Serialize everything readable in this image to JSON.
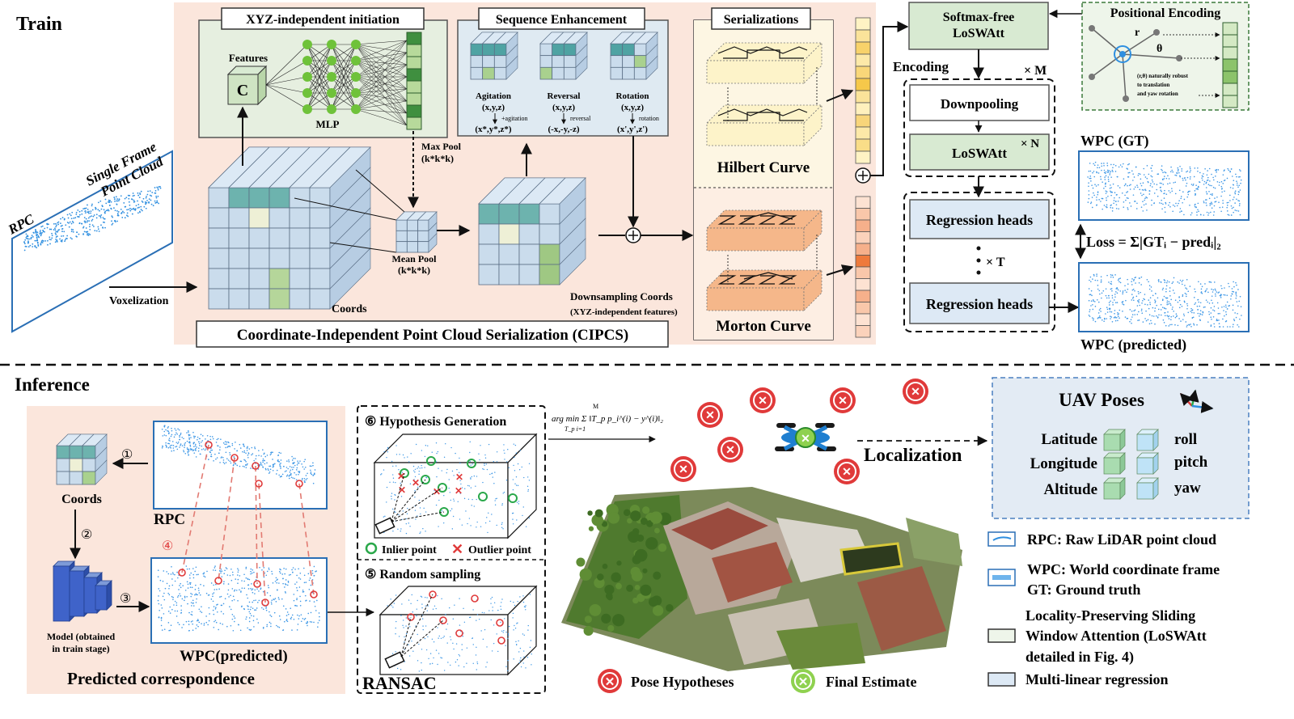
{
  "train": {
    "section_title": "Train",
    "input_label": "Single Frame\nPoint Cloud",
    "rpc_label": "RPC",
    "voxelization": "Voxelization",
    "coords": "Coords",
    "init_title": "XYZ-independent  initiation",
    "features": "Features",
    "c_label": "C",
    "mlp": "MLP",
    "max_pool": "Max Pool\n(k*k*k)",
    "mean_pool": "Mean Pool\n(k*k*k)",
    "seq_title": "Sequence Enhancement",
    "agitation": "Agitation",
    "agitation_in": "(x,y,z)",
    "agitation_op": "+agitation",
    "agitation_out": "(x*,y*,z*)",
    "reversal": "Reversal",
    "reversal_in": "(x,y,z)",
    "reversal_op": "reversal",
    "reversal_out": "(-x,-y,-z)",
    "rotation": "Rotation",
    "rotation_in": "(x,y,z)",
    "rotation_op": "rotation",
    "rotation_out": "(x',y',z')",
    "downsampling": "Downsampling Coords",
    "downsampling_sub": "(XYZ-independent features)",
    "cipcs": "Coordinate-Independent Point Cloud Serialization (CIPCS)",
    "serializations": "Serializations",
    "hilbert": "Hilbert Curve",
    "morton": "Morton Curve",
    "softmax": "Softmax-free\nLoSWAtt",
    "pos_enc": "Positional Encoding",
    "r_label": "r",
    "theta_label": "θ",
    "pe_note": "(r,θ) naturally robust\nto translation\nand yaw rotation",
    "encoding": "Encoding",
    "times_m": "× M",
    "downpooling": "Downpooling",
    "loswatt": "LoSWAtt",
    "times_n": "× N",
    "regression1": "Regression heads",
    "times_t": "× T",
    "regression2": "Regression heads",
    "wpc_gt": "WPC (GT)",
    "loss": "Loss = Σ|GTᵢ − predᵢ|₂",
    "wpc_pred": "WPC (predicted)"
  },
  "inference": {
    "section_title": "Inference",
    "coords": "Coords",
    "rpc": "RPC",
    "model": "Model (obtained\nin train stage)",
    "wpc_pred": "WPC(predicted)",
    "pred_corr": "Predicted correspondence",
    "step1": "①",
    "step2": "②",
    "step3": "③",
    "step4": "④",
    "hyp_gen": "⑥ Hypothesis Generation",
    "inlier": "Inlier point",
    "outlier": "Outlier point",
    "random_sampling": "⑤ Random sampling",
    "ransac": "RANSAC",
    "formula": "arg min Σ ‖T_p p_i^(i) − y^(i)‖₂",
    "formula_sub": "T_p   i=1",
    "formula_top": "M",
    "localization": "Localization",
    "pose_hyp": "Pose Hypotheses",
    "final_est": "Final Estimate",
    "uav_poses": "UAV Poses",
    "latitude": "Latitude",
    "longitude": "Longitude",
    "altitude": "Altitude",
    "roll": "roll",
    "pitch": "pitch",
    "yaw": "yaw"
  },
  "legend": {
    "rpc": "RPC: Raw LiDAR point cloud",
    "wpc1": "WPC: World coordinate frame",
    "wpc2": "GT: Ground truth",
    "lsw1": "Locality-Preserving Sliding",
    "lsw2": "Window Attention (LoSWAtt",
    "lsw3": "detailed in Fig. 4)",
    "mlr": "Multi-linear regression"
  },
  "colors": {
    "train_bg": "#fbe6dc",
    "green_box": "#d8ead2",
    "blue_box": "#dde9f5",
    "point_blue": "#2f8fe0",
    "yellow_seq": "#f6c84a",
    "orange_seq": "#f08a4b",
    "red_x": "#e03a3a",
    "inlier_green": "#2aa84a"
  }
}
